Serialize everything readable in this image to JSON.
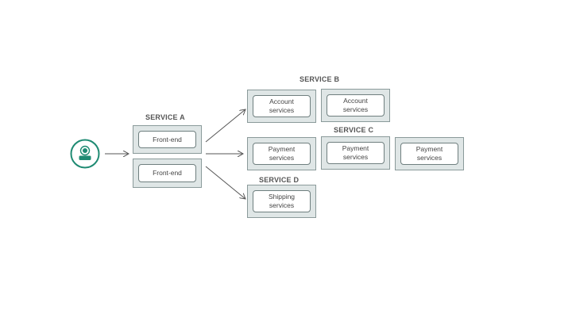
{
  "colors": {
    "accent": "#1e8a72",
    "box_fill": "#dfe6e6",
    "box_border": "#8a9a9a",
    "arrow": "#555555"
  },
  "user": {
    "icon": "user-icon"
  },
  "service_a": {
    "label": "SERVICE A",
    "boxes": [
      "Front-end",
      "Front-end"
    ]
  },
  "service_b": {
    "label": "SERVICE B",
    "boxes": [
      "Account\nservices",
      "Account\nservices"
    ]
  },
  "service_c": {
    "label": "SERVICE C",
    "boxes": [
      "Payment\nservices",
      "Payment\nservices",
      "Payment\nservices"
    ]
  },
  "service_d": {
    "label": "SERVICE D",
    "boxes": [
      "Shipping\nservices"
    ]
  }
}
